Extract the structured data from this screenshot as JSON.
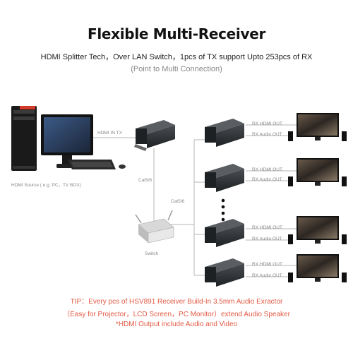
{
  "header": {
    "title": "Flexible Multi-Receiver",
    "subtitle": "HDMI Splitter Tech，Over LAN Switch，1pcs of TX support Upto 253pcs of RX",
    "note": "(Point to Multi Connection)"
  },
  "labels": {
    "hdmi_in_tx": "HDMI IN TX",
    "source": "HDMI Source ( e.g. PC，TV BOX)",
    "cat56_a": "Cat5/6",
    "cat56_b": "Cat5/6",
    "switch": "Switch",
    "rx_hdmi_out": "RX HDMI OUT",
    "rx_audio_out": "RX Audio OUT"
  },
  "footer": {
    "tip1": "TIP：Every pcs of HSV891 Receiver Build-In 3.5mm Audio Exractor",
    "tip2": "（Easy for Projector，LCD Screen，PC Monitor）extend Audio Speaker",
    "tip3": "*HDMI Output include Audio and Video"
  },
  "colors": {
    "accent": "#e25a44",
    "device": "#2a2d30",
    "line": "#b5b5b5"
  }
}
